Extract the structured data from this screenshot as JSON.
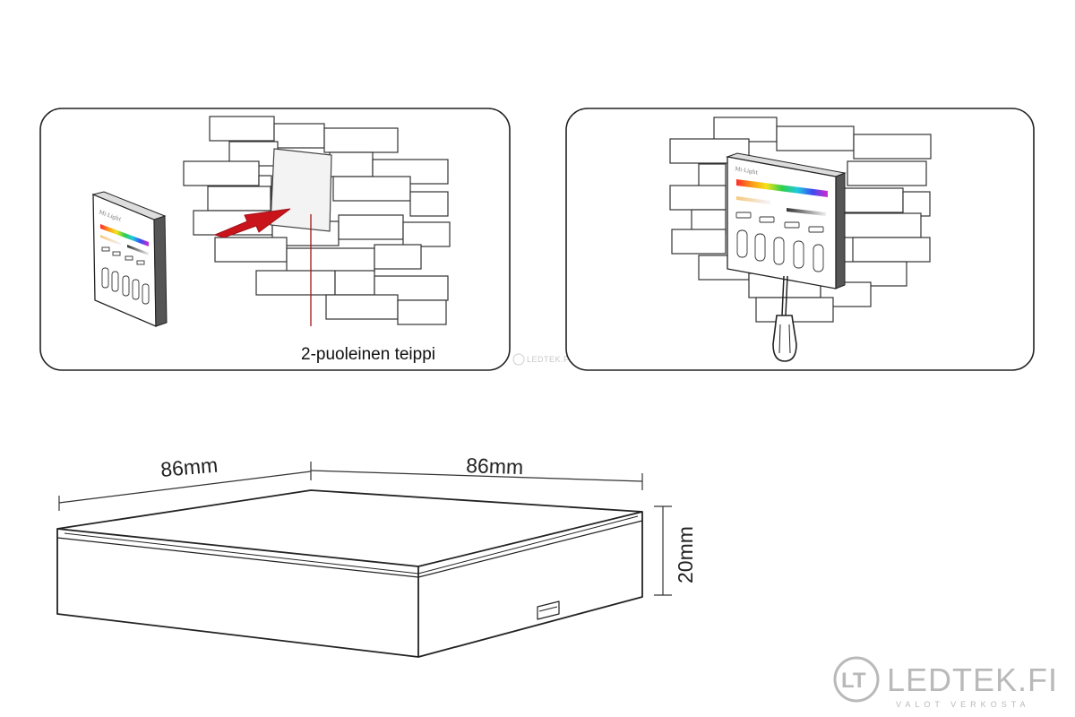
{
  "step1": {
    "tape_label": "2-puoleinen teippi"
  },
  "remote": {
    "brand": "Mi·Light",
    "brand_small": "Mi·Light"
  },
  "dimensions": {
    "width_label": "86mm",
    "depth_label": "86mm",
    "height_label": "20mm"
  },
  "watermark": {
    "text": "LEDTEK.FI"
  },
  "logo": {
    "monogram": "LT",
    "name": "LEDTEK.FI",
    "tagline": "VALOT VERKOSTA"
  },
  "colors": {
    "arrow": "#c8141a",
    "guide_line": "#a01419",
    "outline": "#222222",
    "logo": "#b9b9b9"
  }
}
